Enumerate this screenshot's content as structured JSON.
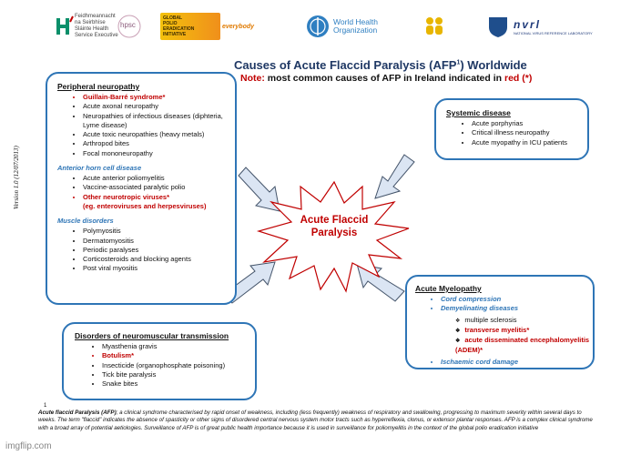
{
  "logos": {
    "hse": {
      "text": "HSE",
      "caption": "Feidhmeannacht na Seirbhíse Sláinte\nHealth Service Executive"
    },
    "hpsc": {
      "text": "hpsc"
    },
    "global_polio": {
      "text": "GLOBAL POLIO ERADICATION INITIATIVE"
    },
    "everybody": {
      "text": "everybody"
    },
    "who": {
      "text": "World Health Organization"
    },
    "nvrl": {
      "text": "nvrl",
      "caption": "NATIONAL VIRUS REFERENCE LABORATORY"
    }
  },
  "title": {
    "text": "Causes of Acute Flaccid Paralysis (AFP",
    "sup": "1",
    "tail": ") Worldwide"
  },
  "note": {
    "label": "Note:",
    "text": " most common causes of AFP in Ireland indicated in ",
    "red_word": "red (*)"
  },
  "version": "Version 1.0 (12/07/2013)",
  "peripheral": {
    "heading": "Peripheral neuropathy",
    "items": [
      {
        "text": "Guillain-Barré syndrome",
        "star": "*",
        "red": true
      },
      {
        "text": "Acute axonal neuropathy"
      },
      {
        "text": "Neuropathies of infectious diseases (diphteria, Lyme disease)"
      },
      {
        "text": "Acute toxic neuropathies (heavy metals)"
      },
      {
        "text": "Arthropod bites"
      },
      {
        "text": "Focal mononeuropathy"
      }
    ],
    "anterior_heading": "Anterior horn cell disease",
    "anterior_items": [
      {
        "text": "Acute anterior poliomyelitis"
      },
      {
        "text": "Vaccine-associated paralytic polio"
      },
      {
        "text": "Other neurotropic viruses",
        "star": "*",
        "red": true
      },
      {
        "text": "(eg. enteroviruses and herpesviruses)",
        "red": true,
        "nobullet": true
      }
    ],
    "muscle_heading": "Muscle disorders",
    "muscle_items": [
      {
        "text": "Polymyositis"
      },
      {
        "text": "Dermatomyositis"
      },
      {
        "text": "Periodic paralyses"
      },
      {
        "text": "Corticosteroids and blocking agents"
      },
      {
        "text": "Post viral myositis"
      }
    ]
  },
  "systemic": {
    "heading": "Systemic disease",
    "items": [
      "Acute porphyrias",
      "Critical illness neuropathy",
      "Acute myopathy in ICU patients"
    ]
  },
  "center": {
    "line1": "Acute Flaccid",
    "line2": "Paralysis"
  },
  "myelopathy": {
    "heading": "Acute Myelopathy",
    "items": [
      "Cord compression",
      "Demyelinating diseases"
    ],
    "sub": [
      {
        "text": "multiple sclerosis"
      },
      {
        "text": "transverse myelitis*",
        "red": true
      },
      {
        "text": "acute disseminated encephalomyelitis (ADEM)*",
        "red": true
      }
    ],
    "last": "Ischaemic cord damage"
  },
  "neuromuscular": {
    "heading": "Disorders of neuromuscular transmission",
    "items": [
      {
        "text": "Myasthenia gravis"
      },
      {
        "text": "Botulism",
        "star": "*",
        "red": true
      },
      {
        "text": "Insecticide (organophosphate poisoning)"
      },
      {
        "text": "Tick bite paralysis"
      },
      {
        "text": "Snake bites"
      }
    ]
  },
  "footnote": {
    "num": "1",
    "term": "Acute flaccid Paralysis (AFP)",
    "text": "; a clinical syndrome characterised by rapid onset of weakness, including (less frequently) weakness of respiratory and swallowing, progressing to maximum severity within several days to weeks. The term \"flaccid\" indicates the absence of spasticity or other signs of disordered central nervous system motor tracts such as hyperreflexia, clonus, or extensor plantar responses. AFP is a complex clinical syndrome with a broad array of potential aetiologies. Surveillance of AFP is of great public health importance because it is used in surveillance for poliomyelitis in the context of the global polio eradication initiative"
  },
  "watermark": "imgflip.com",
  "colors": {
    "accent": "#2e75b6",
    "red": "#c00000",
    "title": "#1f3864"
  }
}
